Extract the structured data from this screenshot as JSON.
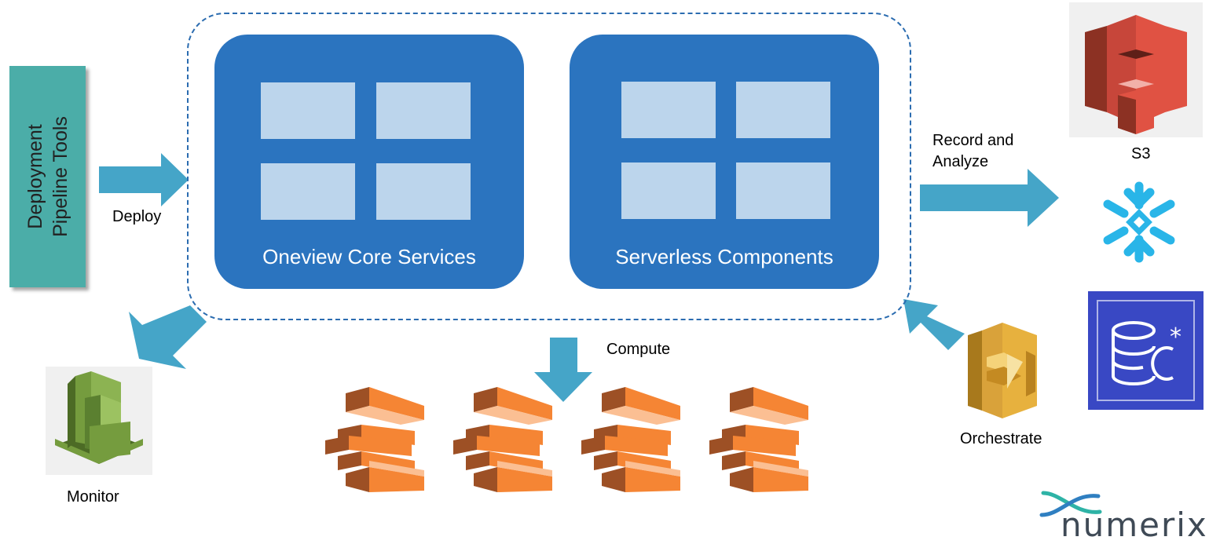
{
  "pipeline": {
    "line1": "Deployment",
    "line2": "Pipeline Tools"
  },
  "edges": {
    "deploy": "Deploy",
    "compute": "Compute",
    "monitor": "Monitor",
    "record_line1": "Record and",
    "record_line2": "Analyze",
    "orchestrate": "Orchestrate"
  },
  "panels": {
    "core": "Oneview Core Services",
    "serverless": "Serverless Components"
  },
  "targets": {
    "s3": "S3"
  },
  "logo": {
    "text": "numerix"
  },
  "colors": {
    "pipeline": "#4bada8",
    "panel": "#2b74bf",
    "tile": "#bcd5ec",
    "arrow": "#45a5c8",
    "lambda_orange": "#f58534",
    "s3_red": "#e05243",
    "cloudwatch_green": "#759c3e",
    "step_functions_gold": "#e7b13e",
    "snowflake": "#29b5e8",
    "database_bg": "#3948c4"
  },
  "icons": [
    "aws-s3-icon",
    "snowflake-icon",
    "database-icon",
    "aws-step-functions-icon",
    "aws-cloudwatch-icon",
    "aws-lambda-icon"
  ]
}
